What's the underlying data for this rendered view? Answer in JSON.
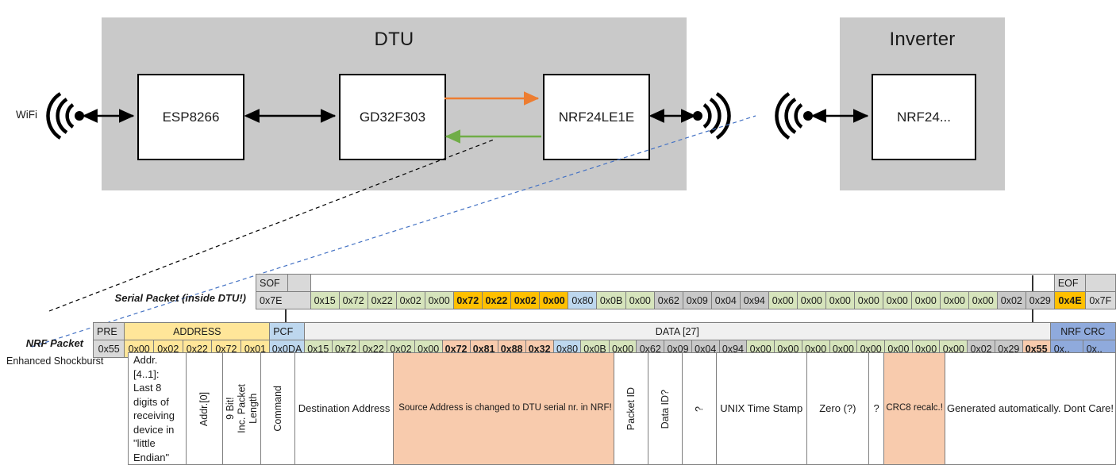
{
  "diagram": {
    "dtu": {
      "title": "DTU",
      "chips": [
        "ESP8266",
        "GD32F303",
        "NRF24LE1E"
      ],
      "wifi_label": "WiFi"
    },
    "inverter": {
      "title": "Inverter",
      "chips": [
        "NRF24..."
      ]
    },
    "arrow_colors": {
      "tx": "#ed7d31",
      "rx": "#70ad47",
      "link": "#000000",
      "callout_serial": "#000000",
      "callout_nrf": "#4472c4"
    }
  },
  "serial_packet": {
    "label": "Serial Packet (inside DTU!)",
    "sof_header": "SOF",
    "sof_value": "0x7E",
    "eof_header": "EOF",
    "eof_value": "0x7F",
    "bytes": [
      {
        "v": "0x15",
        "c": "green"
      },
      {
        "v": "0x72",
        "c": "green"
      },
      {
        "v": "0x22",
        "c": "green"
      },
      {
        "v": "0x02",
        "c": "green"
      },
      {
        "v": "0x00",
        "c": "green"
      },
      {
        "v": "0x72",
        "c": "yellow"
      },
      {
        "v": "0x22",
        "c": "yellow"
      },
      {
        "v": "0x02",
        "c": "yellow"
      },
      {
        "v": "0x00",
        "c": "yellow"
      },
      {
        "v": "0x80",
        "c": "blue"
      },
      {
        "v": "0x0B",
        "c": "green"
      },
      {
        "v": "0x00",
        "c": "green"
      },
      {
        "v": "0x62",
        "c": "greyv"
      },
      {
        "v": "0x09",
        "c": "greyv"
      },
      {
        "v": "0x04",
        "c": "greyv"
      },
      {
        "v": "0x94",
        "c": "greyv"
      },
      {
        "v": "0x00",
        "c": "green"
      },
      {
        "v": "0x00",
        "c": "green"
      },
      {
        "v": "0x00",
        "c": "green"
      },
      {
        "v": "0x00",
        "c": "green"
      },
      {
        "v": "0x00",
        "c": "green"
      },
      {
        "v": "0x00",
        "c": "green"
      },
      {
        "v": "0x00",
        "c": "green"
      },
      {
        "v": "0x00",
        "c": "green"
      },
      {
        "v": "0x02",
        "c": "greyv"
      },
      {
        "v": "0x29",
        "c": "greyv"
      },
      {
        "v": "0x4E",
        "c": "orange"
      }
    ]
  },
  "nrf_packet": {
    "label": "NRF Packet",
    "sublabel": "Enhanced Shockburst",
    "headers": {
      "pre": "PRE",
      "address": "ADDRESS",
      "pcf": "PCF",
      "data": "DATA [27]",
      "crc": "NRF CRC"
    },
    "pre_value": "0x55",
    "address_values": [
      "0x00",
      "0x02",
      "0x22",
      "0x72",
      "0x01"
    ],
    "pcf_value": "0x0DA",
    "crc_values": [
      "0x..",
      "0x.."
    ],
    "bytes": [
      {
        "v": "0x15",
        "c": "green"
      },
      {
        "v": "0x72",
        "c": "green"
      },
      {
        "v": "0x22",
        "c": "green"
      },
      {
        "v": "0x02",
        "c": "green"
      },
      {
        "v": "0x00",
        "c": "green"
      },
      {
        "v": "0x72",
        "c": "salmon"
      },
      {
        "v": "0x81",
        "c": "salmon"
      },
      {
        "v": "0x88",
        "c": "salmon"
      },
      {
        "v": "0x32",
        "c": "salmon"
      },
      {
        "v": "0x80",
        "c": "blue"
      },
      {
        "v": "0x0B",
        "c": "green"
      },
      {
        "v": "0x00",
        "c": "green"
      },
      {
        "v": "0x62",
        "c": "greyv"
      },
      {
        "v": "0x09",
        "c": "greyv"
      },
      {
        "v": "0x04",
        "c": "greyv"
      },
      {
        "v": "0x94",
        "c": "greyv"
      },
      {
        "v": "0x00",
        "c": "green"
      },
      {
        "v": "0x00",
        "c": "green"
      },
      {
        "v": "0x00",
        "c": "green"
      },
      {
        "v": "0x00",
        "c": "green"
      },
      {
        "v": "0x00",
        "c": "green"
      },
      {
        "v": "0x00",
        "c": "green"
      },
      {
        "v": "0x00",
        "c": "green"
      },
      {
        "v": "0x00",
        "c": "green"
      },
      {
        "v": "0x02",
        "c": "greyv"
      },
      {
        "v": "0x29",
        "c": "greyv"
      },
      {
        "v": "0x55",
        "c": "salmon"
      }
    ]
  },
  "descriptions": {
    "address_block": "Addr. [4..1]:\nLast 8 digits of receiving device in \"little Endian\"",
    "addr0": "Addr.[0]",
    "packet_length": "9 Bit!\nInc. Packet\nLength",
    "command": "Command",
    "destination_address": "Destination Address",
    "source_address": "Source Address is changed to DTU serial nr. in NRF!",
    "packet_id": "Packet ID",
    "data_id": "Data ID?",
    "unknown1": "?",
    "unix_time_stamp": "UNIX Time Stamp",
    "zero": "Zero (?)",
    "unknown2": "?",
    "crc8": "CRC8 recalc.!",
    "crc_generated": "Generated automatically. Dont Care!"
  }
}
